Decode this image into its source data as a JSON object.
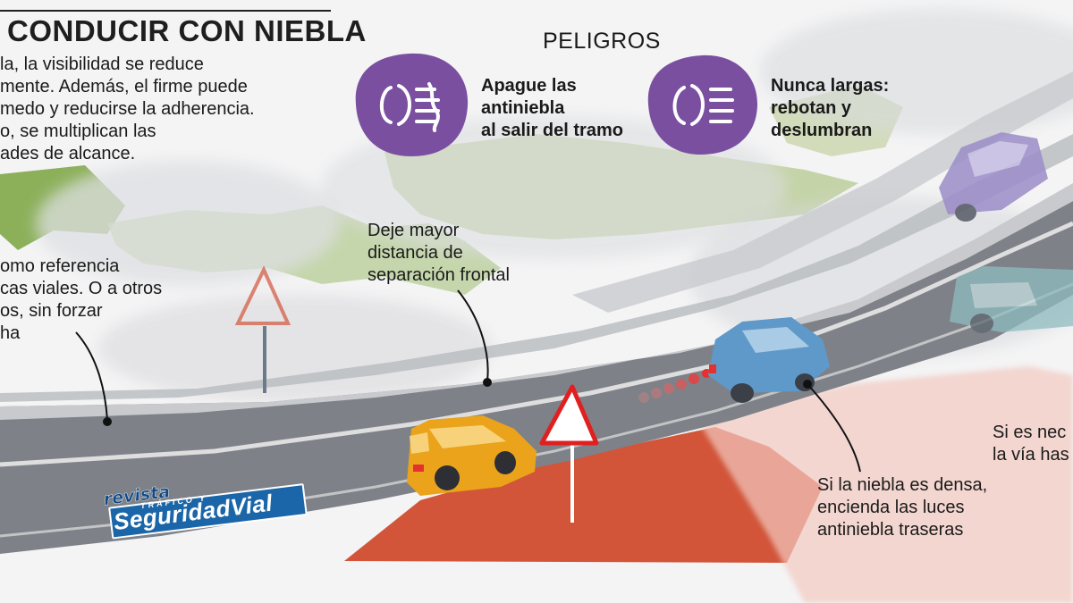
{
  "title": {
    "light": "CONDUCIR",
    "bold": "CON NIEBLA"
  },
  "intro_lines": [
    "la, la visibilidad se reduce",
    "mente. Además, el firme puede",
    "medo y reducirse la adherencia.",
    "o, se multiplican las",
    "ades de alcance."
  ],
  "peligros": {
    "heading": "PELIGROS",
    "items": [
      {
        "lines": [
          "Apague las",
          "antiniebla",
          "al salir del tramo"
        ],
        "icon": "fog-light-icon"
      },
      {
        "lines": [
          "Nunca largas:",
          "rebotan y",
          "deslumbran"
        ],
        "icon": "high-beam-icon"
      }
    ]
  },
  "callouts": {
    "reference": [
      "omo referencia",
      "cas viales. O a otros",
      "os, sin forzar",
      "ha"
    ],
    "distance": [
      "Deje mayor",
      "distancia de",
      "separación frontal"
    ],
    "rear_fog": [
      "Si la niebla es densa,",
      "encienda las luces",
      "antiniebla traseras"
    ],
    "si_es": [
      "Si es nec",
      "la vía has"
    ]
  },
  "logo": {
    "magazine": "revista",
    "subtitle": "TRÁFICO Y",
    "brand": "SeguridadVial"
  },
  "colors": {
    "purple_badge": "#7a4fa0",
    "orange_zone": "#d2553a",
    "green_zone": "#a9c47a",
    "road": "#7e8288",
    "logo_blue": "#1b66a8",
    "yellow_car": "#eaa31b",
    "blue_car": "#5f99c9"
  }
}
